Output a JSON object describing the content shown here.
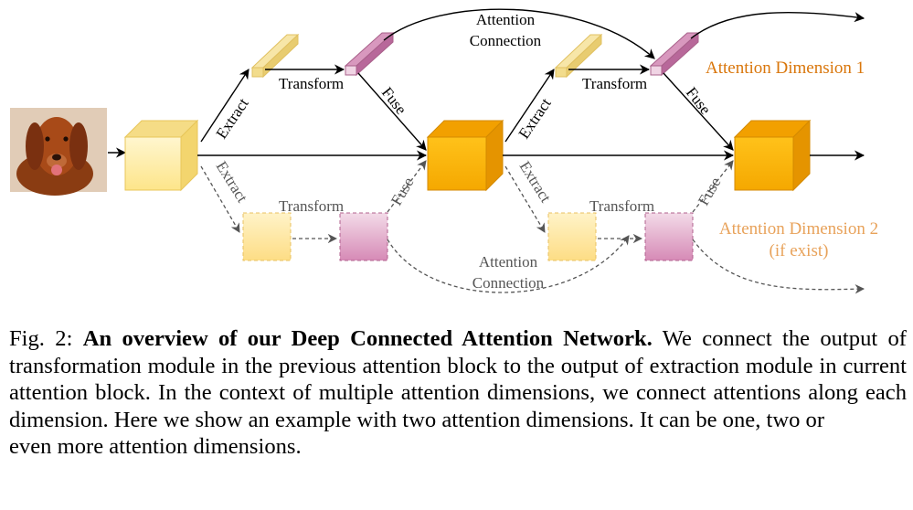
{
  "diagram": {
    "labels": {
      "attention_connection_top": [
        "Attention",
        "Connection"
      ],
      "attention_connection_bottom": [
        "Attention",
        "Connection"
      ],
      "transform_1": "Transform",
      "transform_2": "Transform",
      "transform_3": "Transform",
      "transform_4": "Transform",
      "extract_1": "Extract",
      "extract_2": "Extract",
      "extract_3": "Extract",
      "extract_4": "Extract",
      "fuse_1": "Fuse",
      "fuse_2": "Fuse",
      "fuse_3": "Fuse",
      "fuse_4": "Fuse",
      "attention_dim_1": "Attention Dimension 1",
      "attention_dim_2": [
        "Attention Dimension 2",
        "(if exist)"
      ]
    },
    "colors": {
      "extract_block": "#f2dc8c",
      "transform_block": "#c97fae",
      "feature_input": "#fde58a",
      "feature_output": "#f5a800",
      "dim1_text": "#d9760b",
      "dim2_text": "#e8a25a",
      "arrow_solid": "#000000",
      "arrow_dashed": "#555555"
    },
    "input_image": "dog-photo"
  },
  "caption": {
    "prefix": "Fig. 2:",
    "title": "An overview of our Deep Connected Attention Network.",
    "line1_rest": "We",
    "line2": "connect the output of transformation module in the previous attention block",
    "line3": "to the output of extraction module in current attention block. In the context",
    "line4": "of multiple attention dimensions, we connect attentions along each dimension.",
    "line5": "Here we show an example with two attention dimensions. It can be one, two or",
    "line6": "even more attention dimensions."
  }
}
